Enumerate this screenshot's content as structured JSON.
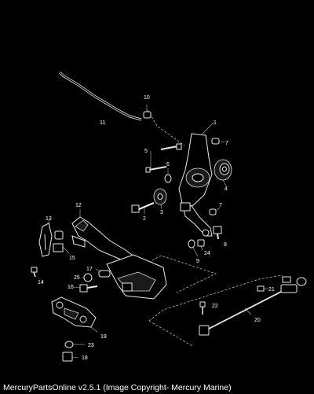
{
  "footer": {
    "caption": "MercuryPartsOnline v2.5.1 (Image Copyright- Mercury Marine)"
  },
  "callouts": [
    "1",
    "2",
    "3",
    "4",
    "5",
    "6",
    "7",
    "7",
    "8",
    "9",
    "10",
    "11",
    "12",
    "13",
    "14",
    "15",
    "16",
    "17",
    "18",
    "19",
    "20",
    "21",
    "22",
    "23",
    "24",
    "25"
  ]
}
